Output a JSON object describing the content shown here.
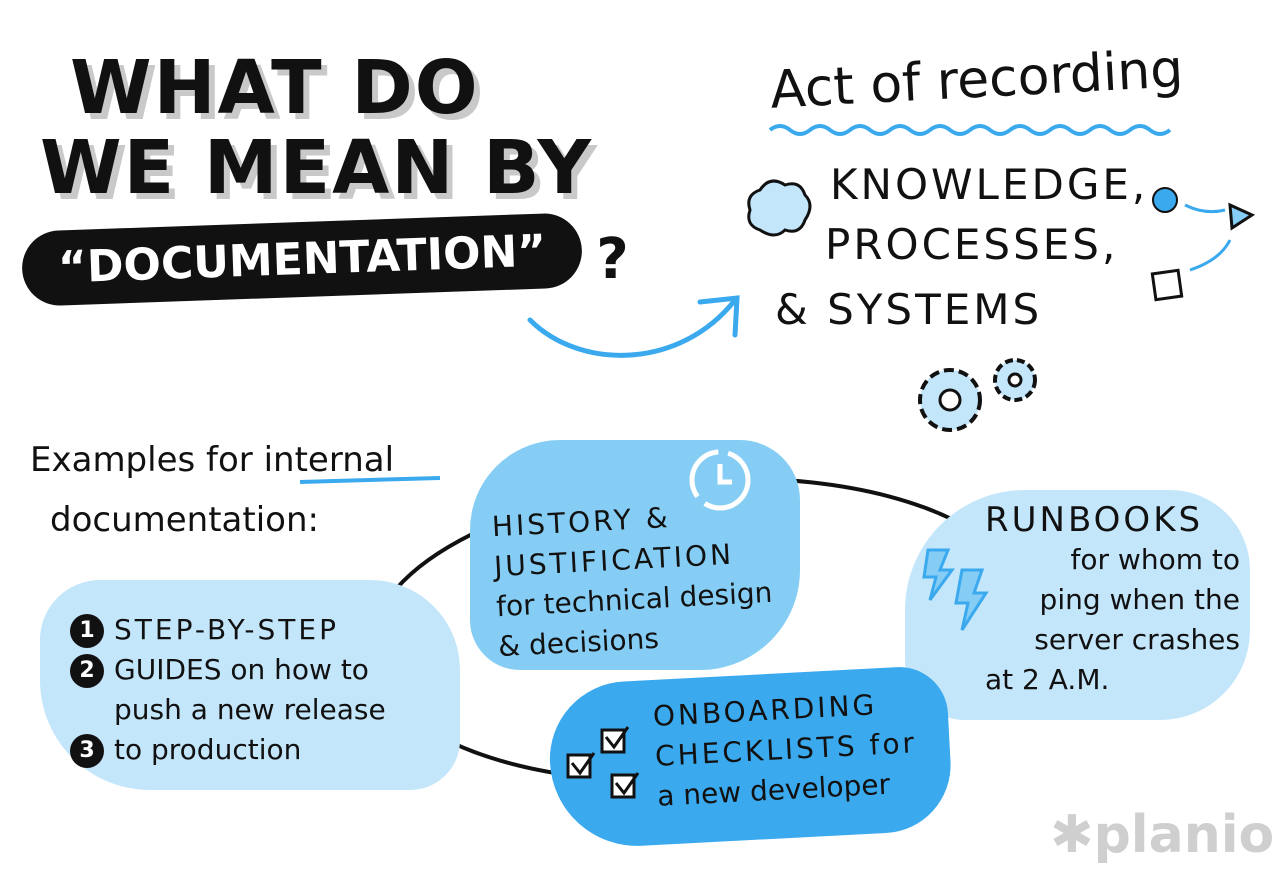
{
  "title": {
    "line1": "WHAT DO",
    "line2": "WE MEAN BY",
    "pill": "“DOCUMENTATION”",
    "qmark": "?"
  },
  "definition": {
    "heading": "Act of recording",
    "lines": [
      "KNOWLEDGE,",
      "PROCESSES,",
      "& SYSTEMS"
    ]
  },
  "examples_heading": {
    "prefix": "Examples for ",
    "emphasis": "internal",
    "suffix": "documentation:"
  },
  "cards": {
    "guides": {
      "steps": [
        "1",
        "2",
        "3"
      ],
      "lines": [
        "STEP-BY-STEP",
        "GUIDES on how to",
        "push a new release",
        "to production"
      ]
    },
    "history": {
      "lines": [
        "HISTORY &",
        "JUSTIFICATION",
        "for technical design",
        "& decisions"
      ]
    },
    "runbooks": {
      "lines": [
        "RUNBOOKS",
        "for whom to",
        "ping when the",
        "server crashes",
        "at 2 A.M."
      ]
    },
    "onboarding": {
      "lines": [
        "ONBOARDING",
        "CHECKLISTS for",
        "a new developer"
      ]
    }
  },
  "logo": {
    "text": "planio"
  },
  "colors": {
    "light_blue": "#c4e6fb",
    "mid_blue": "#86cdf5",
    "bright_blue": "#3aa9ee",
    "accent_line": "#3aa9ee",
    "logo_gray": "#cfcfcf"
  }
}
